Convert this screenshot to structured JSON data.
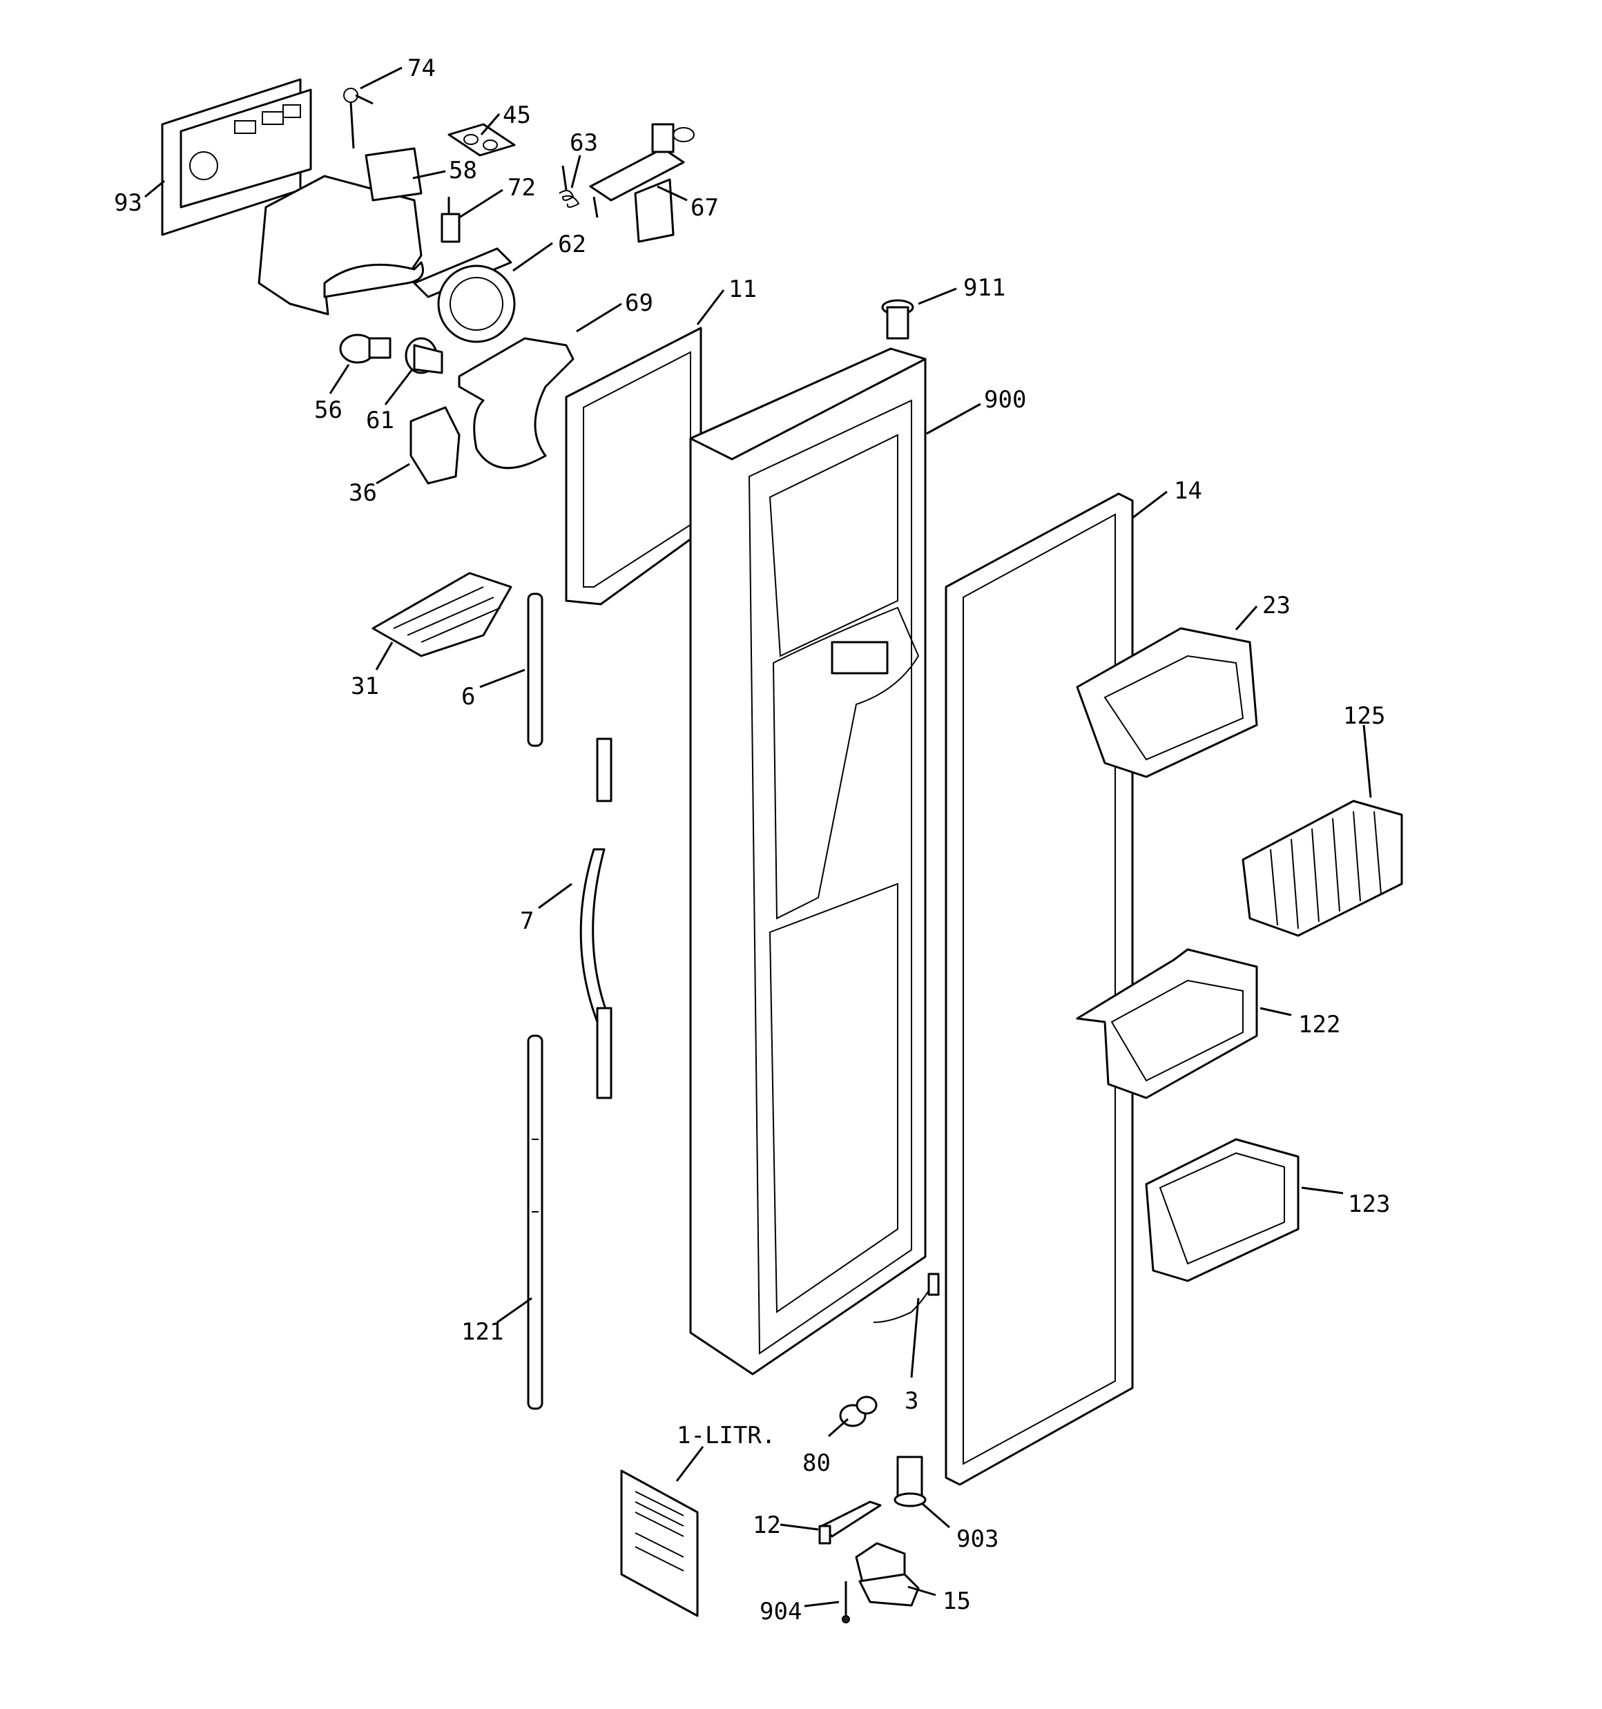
{
  "diagram": {
    "labels": {
      "74": "74",
      "45": "45",
      "63": "63",
      "93": "93",
      "58": "58",
      "72": "72",
      "67": "67",
      "62": "62",
      "11": "11",
      "911": "911",
      "69": "69",
      "56": "56",
      "61": "61",
      "900": "900",
      "36": "36",
      "14": "14",
      "23": "23",
      "31": "31",
      "6": "6",
      "125": "125",
      "7": "7",
      "122": "122",
      "123": "123",
      "121": "121",
      "3": "3",
      "1-LITR": "1-LITR.",
      "80": "80",
      "903": "903",
      "12": "12",
      "904": "904",
      "15": "15"
    }
  }
}
